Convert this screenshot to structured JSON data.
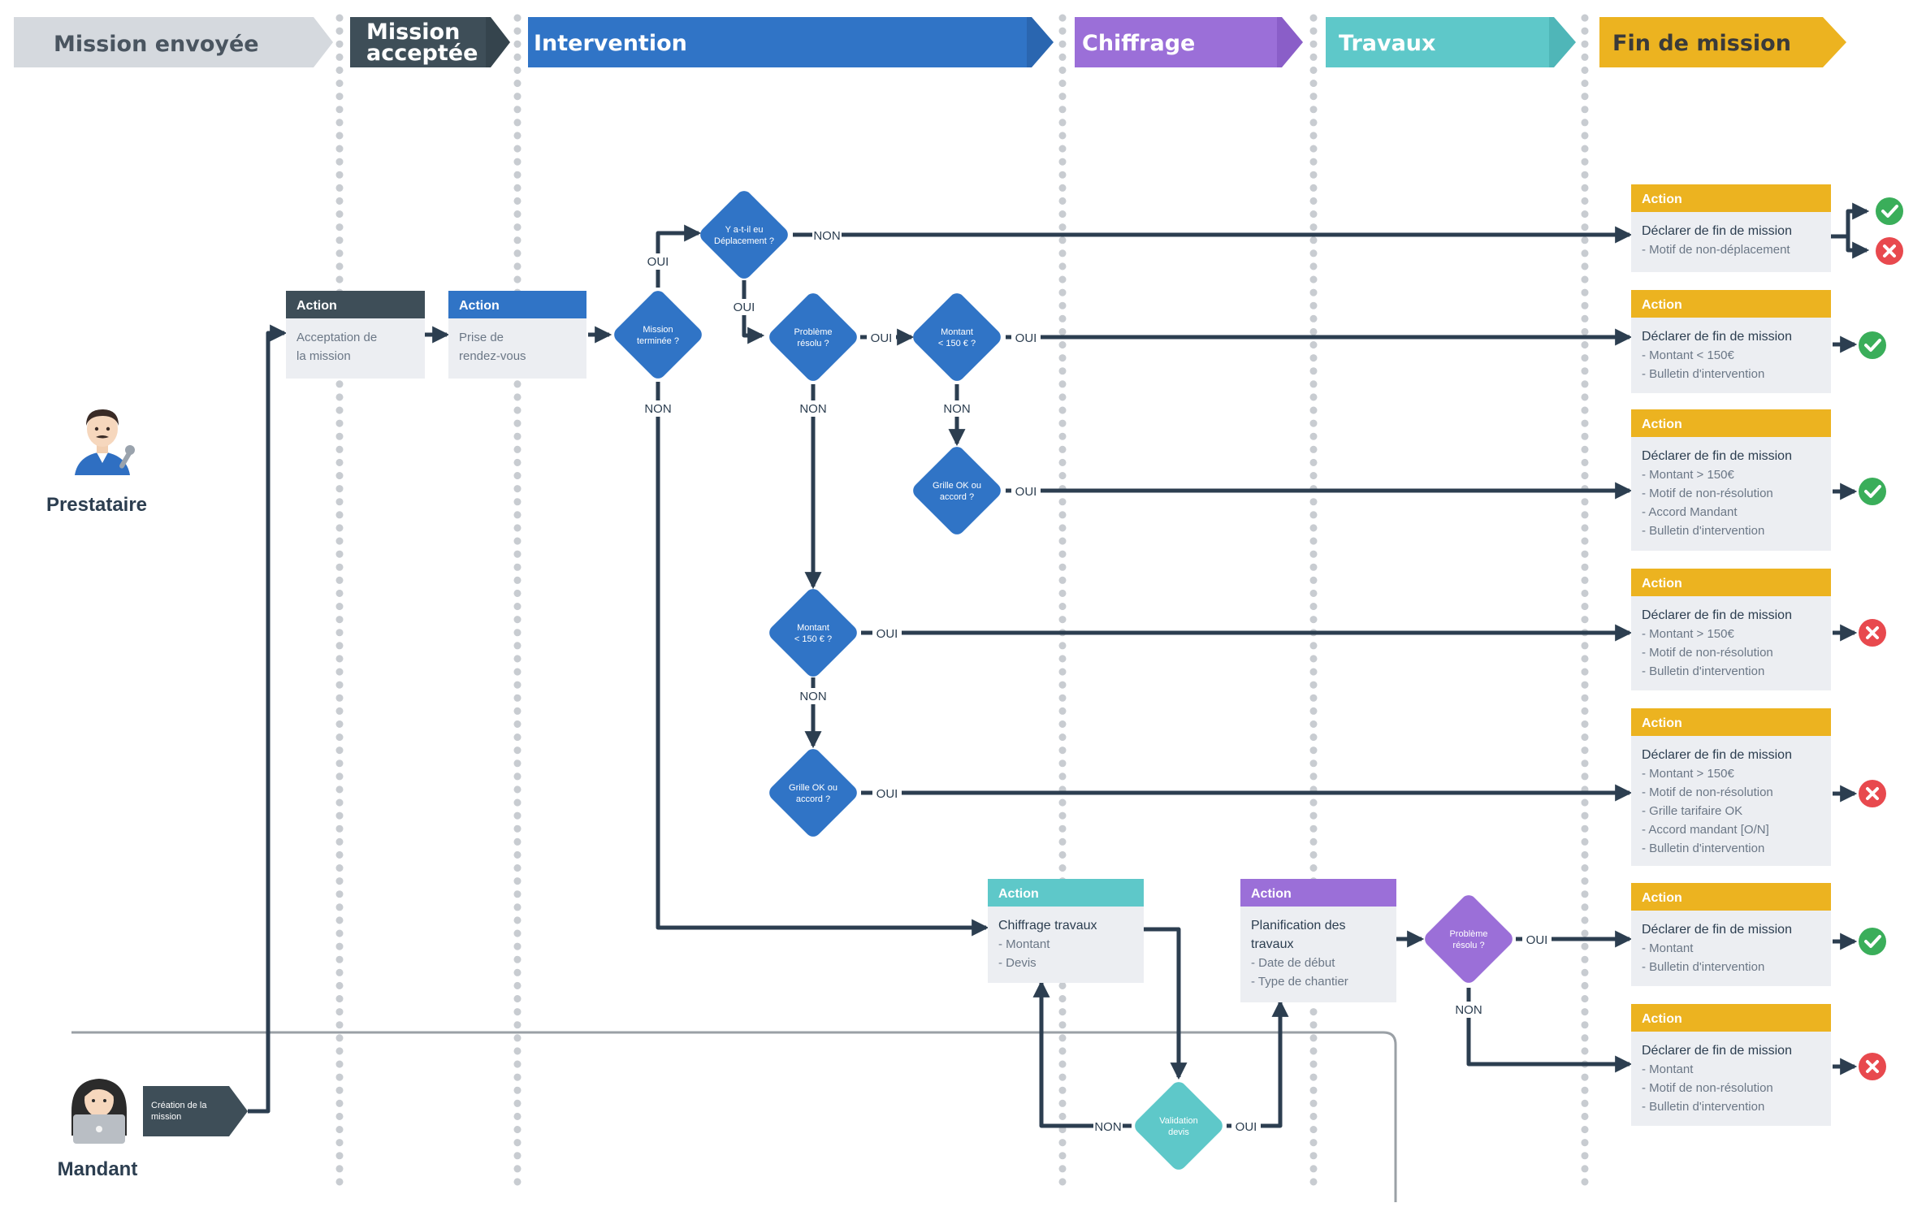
{
  "phases": [
    {
      "label": "Mission envoyée"
    },
    {
      "label": "Mission\nacceptée"
    },
    {
      "label": "Intervention"
    },
    {
      "label": "Chiffrage"
    },
    {
      "label": "Travaux"
    },
    {
      "label": "Fin de mission"
    }
  ],
  "actors": {
    "prestataire": "Prestataire",
    "mandant": "Mandant"
  },
  "creation_tag": "Création de la\nmission",
  "decisions": {
    "mission_terminee": "Mission\nterminée ?",
    "deplacement": "Y a-t-il eu\nDéplacement ?",
    "probleme_resolu_1": "Problème\nrésolu ?",
    "montant_150_a": "Montant\n< 150 € ?",
    "grille_a": "Grille OK ou\naccord ?",
    "montant_150_b": "Montant\n< 150 € ?",
    "grille_b": "Grille OK ou\naccord ?",
    "validation_devis": "Validation\ndevis",
    "probleme_resolu_2": "Problème\nrésolu ?"
  },
  "edge_labels": {
    "oui": "OUI",
    "non": "NON"
  },
  "boxes": {
    "acceptation": {
      "header": "Action",
      "lines": [
        "Acceptation de",
        "la mission"
      ]
    },
    "rendezvous": {
      "header": "Action",
      "lines": [
        "Prise de",
        "rendez-vous"
      ]
    },
    "chiffrage": {
      "header": "Action",
      "title": [
        "Chiffrage travaux"
      ],
      "items": [
        "- Montant",
        "- Devis"
      ]
    },
    "planification": {
      "header": "Action",
      "title": [
        "Planification des",
        "travaux"
      ],
      "items": [
        "- Date de début",
        "- Type de chantier"
      ]
    },
    "fin1": {
      "header": "Action",
      "title": [
        "Déclarer de fin de mission"
      ],
      "items": [
        "- Motif de non-déplacement"
      ]
    },
    "fin2": {
      "header": "Action",
      "title": [
        "Déclarer de fin de mission"
      ],
      "items": [
        "- Montant < 150€",
        "- Bulletin d'intervention"
      ]
    },
    "fin3": {
      "header": "Action",
      "title": [
        "Déclarer de fin de mission"
      ],
      "items": [
        "- Montant > 150€",
        "- Motif de non-résolution",
        "- Accord Mandant",
        "- Bulletin d'intervention"
      ]
    },
    "fin4": {
      "header": "Action",
      "title": [
        "Déclarer de fin de mission"
      ],
      "items": [
        "- Montant > 150€",
        "- Motif de non-résolution",
        "- Bulletin d'intervention"
      ]
    },
    "fin5": {
      "header": "Action",
      "title": [
        "Déclarer de fin de mission"
      ],
      "items": [
        "- Montant > 150€",
        "- Motif de non-résolution",
        "- Grille tarifaire OK",
        "- Accord mandant [O/N]",
        "- Bulletin d'intervention"
      ]
    },
    "fin6": {
      "header": "Action",
      "title": [
        "Déclarer de fin de mission"
      ],
      "items": [
        "- Montant",
        "- Bulletin d'intervention"
      ]
    },
    "fin7": {
      "header": "Action",
      "title": [
        "Déclarer de fin de mission"
      ],
      "items": [
        "- Montant",
        "- Motif de non-résolution",
        "- Bulletin d'intervention"
      ]
    }
  },
  "outcomes": {
    "fin1": [
      "success",
      "failure"
    ],
    "fin2": [
      "success"
    ],
    "fin3": [
      "success"
    ],
    "fin4": [
      "failure"
    ],
    "fin5": [
      "failure"
    ],
    "fin6": [
      "success"
    ],
    "fin7": [
      "failure"
    ]
  },
  "colors": {
    "dark": "#2c3e50",
    "grey_phase": "#d5d9de",
    "grey_phase_text": "#4a5560",
    "slate": "#3e4e58",
    "blue": "#3074c6",
    "purple": "#9b6fd8",
    "teal": "#5ec8c9",
    "yellow": "#ecb320",
    "box_bg": "#eceef2",
    "success": "#3aae5a",
    "failure": "#e8494e",
    "lane": "#9aa0a6",
    "dots": "#c8ccd1"
  },
  "icons": {
    "prestataire": "mechanic-avatar-icon",
    "mandant": "laptop-user-avatar-icon",
    "success": "check-circle-icon",
    "failure": "cross-circle-icon"
  }
}
